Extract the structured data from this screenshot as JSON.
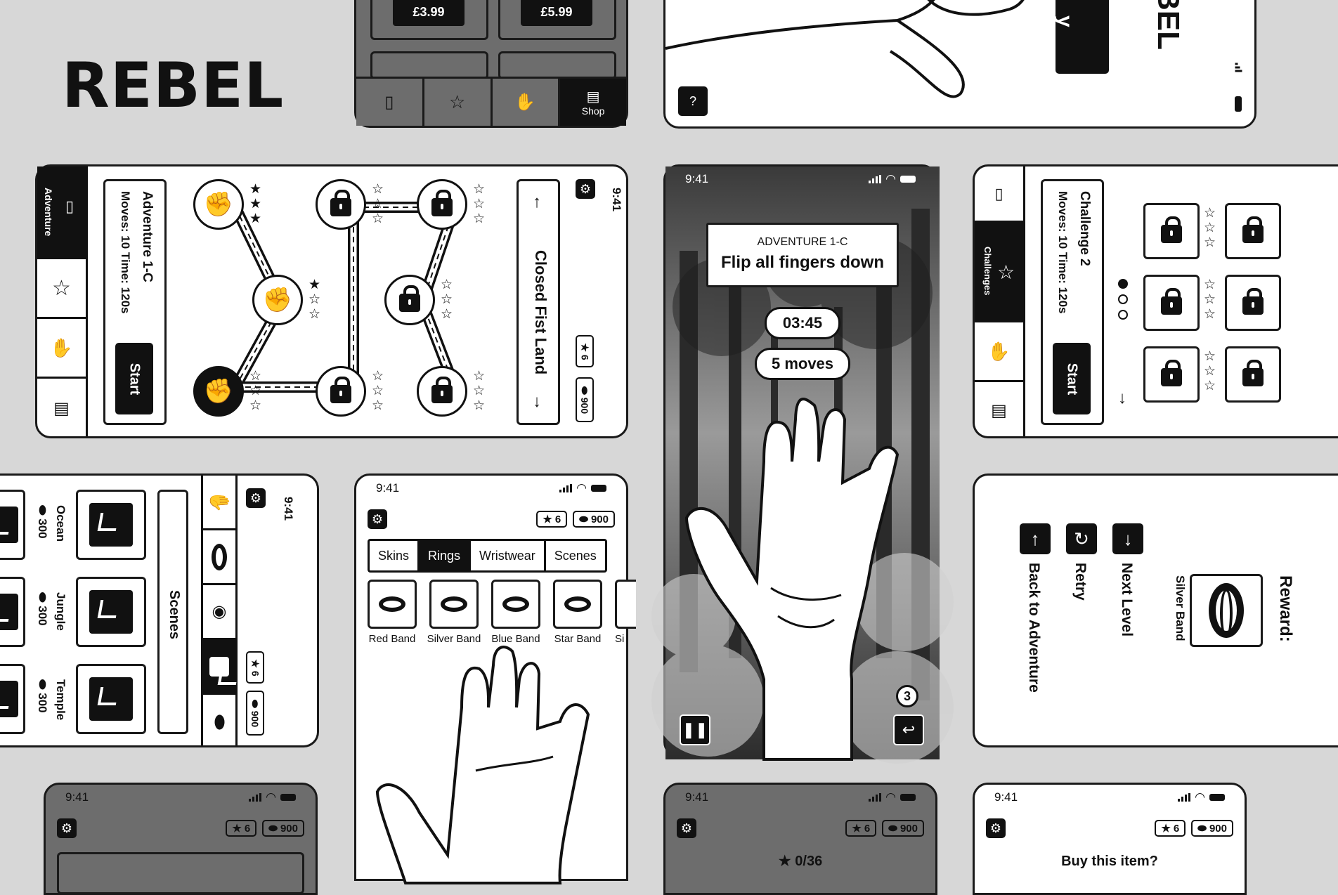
{
  "brand": {
    "logo": "REBEL"
  },
  "status": {
    "time": "9:41"
  },
  "hud": {
    "stars": "6",
    "coins": "900"
  },
  "shop_top": {
    "prices": [
      "£3.99",
      "£5.99"
    ],
    "tabs": [
      {
        "icon": "map-icon",
        "label": ""
      },
      {
        "icon": "star-icon",
        "label": ""
      },
      {
        "icon": "hand-icon",
        "label": ""
      },
      {
        "icon": "basket-icon",
        "label": "Shop"
      }
    ]
  },
  "hand_top": {
    "partial_button": "y",
    "partial_logo": "BEL"
  },
  "adventure_map": {
    "sidebar": [
      {
        "icon": "map-icon",
        "label": "Adventure"
      },
      {
        "icon": "star-icon",
        "label": ""
      },
      {
        "icon": "hand-icon",
        "label": ""
      },
      {
        "icon": "basket-icon",
        "label": ""
      }
    ],
    "level_title": "Adventure 1-C",
    "level_meta": "Moves: 10   Time: 120s",
    "start": "Start",
    "banner": "Closed Fist Land"
  },
  "gameplay": {
    "subtitle": "ADVENTURE 1-C",
    "title": "Flip all fingers down",
    "timer": "03:45",
    "moves": "5 moves",
    "counter": "3"
  },
  "challenges": {
    "sidebar_active": "Challenges",
    "level_title": "Challenge 2",
    "level_meta": "Moves: 10   Time: 120s",
    "start": "Start"
  },
  "scenes": {
    "title": "Scenes",
    "items": [
      {
        "name": "Ocean",
        "price": "300"
      },
      {
        "name": "Jungle",
        "price": "300"
      },
      {
        "name": "Temple",
        "price": "300"
      }
    ]
  },
  "rings_shop": {
    "tabs": [
      {
        "label": "Skins",
        "active": false
      },
      {
        "label": "Rings",
        "active": true
      },
      {
        "label": "Wristwear",
        "active": false
      },
      {
        "label": "Scenes",
        "active": false
      }
    ],
    "items": [
      "Red Band",
      "Silver Band",
      "Blue Band",
      "Star Band",
      "Si"
    ]
  },
  "result": {
    "actions": [
      {
        "icon": "arrow-up-icon",
        "label": "Back to Adventure"
      },
      {
        "icon": "retry-icon",
        "label": "Retry"
      },
      {
        "icon": "arrow-down-icon",
        "label": "Next Level"
      }
    ],
    "reward_label": "Reward:",
    "reward_item": "Silver Band"
  },
  "bottom": {
    "progress": "0/36",
    "buy_prompt": "Buy this item?"
  }
}
